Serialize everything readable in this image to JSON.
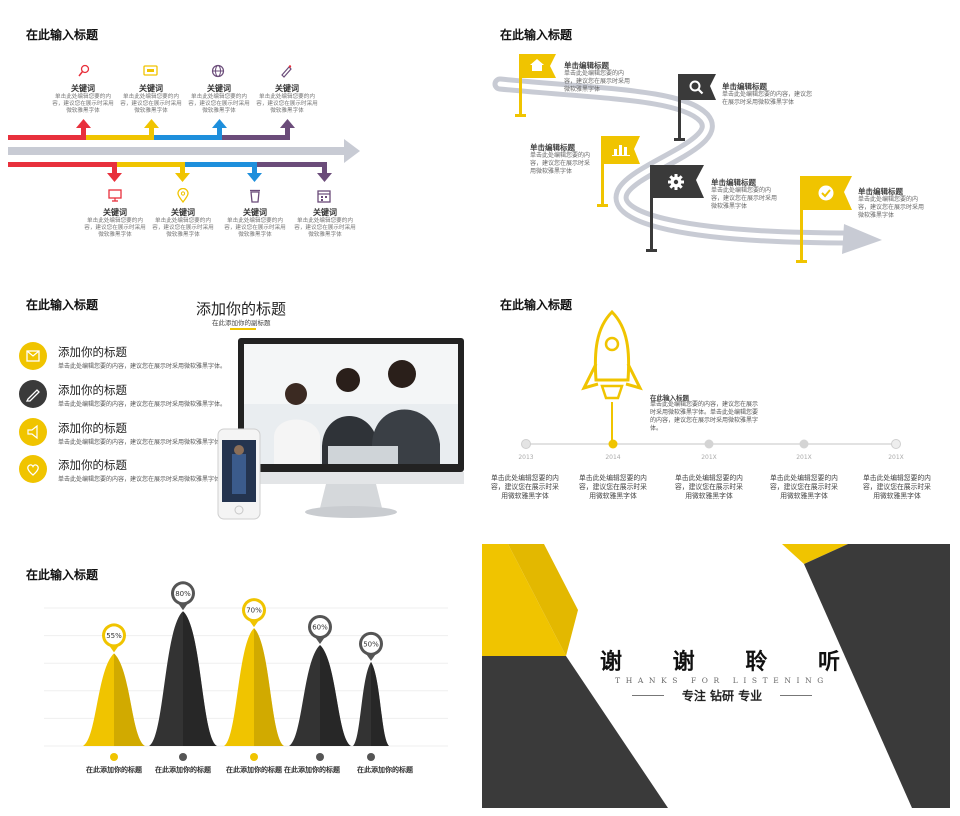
{
  "colors": {
    "yellow": "#f0c400",
    "dark": "#3a3a3a",
    "red": "#e8303c",
    "blue": "#1e8fdc",
    "purple": "#6b4c7a",
    "gray": "#c8cbd4"
  },
  "slide1": {
    "title": "在此输入标题",
    "top_items": [
      {
        "icon": "microphone-icon",
        "title": "关键词",
        "desc": "单击此处编辑您要的内容，建议您在展示时采用微软雅黑字体"
      },
      {
        "icon": "screen-icon",
        "title": "关键词",
        "desc": "单击此处编辑您要的内容，建议您在展示时采用微软雅黑字体"
      },
      {
        "icon": "globe-icon",
        "title": "关键词",
        "desc": "单击此处编辑您要的内容，建议您在展示时采用微软雅黑字体"
      },
      {
        "icon": "pen-icon",
        "title": "关键词",
        "desc": "单击此处编辑您要的内容，建议您在展示时采用微软雅黑字体"
      }
    ],
    "bottom_items": [
      {
        "icon": "computer-icon",
        "title": "关键词",
        "desc": "单击此处编辑您要的内容，建议您在展示时采用微软雅黑字体"
      },
      {
        "icon": "location-icon",
        "title": "关键词",
        "desc": "单击此处编辑您要的内容，建议您在展示时采用微软雅黑字体"
      },
      {
        "icon": "cup-icon",
        "title": "关键词",
        "desc": "单击此处编辑您要的内容，建议您在展示时采用微软雅黑字体"
      },
      {
        "icon": "calendar-icon",
        "title": "关键词",
        "desc": "单击此处编辑您要的内容，建议您在展示时采用微软雅黑字体"
      }
    ]
  },
  "slide2": {
    "title": "在此输入标题",
    "flags": [
      {
        "icon": "home-icon",
        "title": "单击编辑标题",
        "desc": "单击此处编辑您要的内容，建议您在展示时采用微软雅黑字体"
      },
      {
        "icon": "search-icon",
        "title": "单击编辑标题",
        "desc": "单击此处编辑您要的内容，建议您在展示时采用微软雅黑字体"
      },
      {
        "icon": "chart-icon",
        "title": "单击编辑标题",
        "desc": "单击此处编辑您要的内容，建议您在展示时采用微软雅黑字体"
      },
      {
        "icon": "gear-icon",
        "title": "单击编辑标题",
        "desc": "单击此处编辑您要的内容，建议您在展示时采用微软雅黑字体"
      },
      {
        "icon": "check-icon",
        "title": "单击编辑标题",
        "desc": "单击此处编辑您要的内容，建议您在展示时采用微软雅黑字体"
      }
    ]
  },
  "slide3": {
    "title": "在此输入标题",
    "heading": "添加你的标题",
    "subheading": "在此添加你的副标题",
    "items": [
      {
        "icon": "mail-icon",
        "title": "添加你的标题",
        "desc": "单击此处编辑您要的内容，建议您在展示时采用微软雅黑字体。"
      },
      {
        "icon": "pencil-icon",
        "title": "添加你的标题",
        "desc": "单击此处编辑您要的内容，建议您在展示时采用微软雅黑字体。"
      },
      {
        "icon": "speaker-icon",
        "title": "添加你的标题",
        "desc": "单击此处编辑您要的内容，建议您在展示时采用微软雅黑字体。"
      },
      {
        "icon": "heart-icon",
        "title": "添加你的标题",
        "desc": "单击此处编辑您要的内容，建议您在展示时采用微软雅黑字体。"
      }
    ]
  },
  "slide4": {
    "title": "在此输入标题",
    "callout_title": "在此输入标题",
    "callout_desc": "单击此处编辑您要的内容，建议您在展示时采用微软雅黑字体。单击此处编辑您要的内容，建议您在展示时采用微软雅黑字体。",
    "years": [
      "2013",
      "2014",
      "201X",
      "201X",
      "201X"
    ],
    "descs": [
      "单击此处编辑您要的内容，建议您在展示时采用微软雅黑字体",
      "单击此处编辑您要的内容，建议您在展示时采用微软雅黑字体",
      "单击此处编辑您要的内容，建议您在展示时采用微软雅黑字体",
      "单击此处编辑您要的内容，建议您在展示时采用微软雅黑字体",
      "单击此处编辑您要的内容，建议您在展示时采用微软雅黑字体"
    ]
  },
  "slide5": {
    "title": "在此输入标题"
  },
  "chart_data": {
    "type": "bar",
    "categories": [
      "在此添加你的标题",
      "在此添加你的标题",
      "在此添加你的标题",
      "在此添加你的标题",
      "在此添加你的标题"
    ],
    "values": [
      55,
      80,
      70,
      60,
      50
    ],
    "value_labels": [
      "55%",
      "80%",
      "70%",
      "60%",
      "50%"
    ],
    "colors": [
      "#f0c400",
      "#333333",
      "#f0c400",
      "#333333",
      "#333333"
    ],
    "ylim": [
      0,
      100
    ],
    "grid": true
  },
  "slide6": {
    "thanks_chars": [
      "谢",
      "谢",
      "聆",
      "听"
    ],
    "thanks_en": "THANKS FOR LISTENING",
    "tagline": "专注 钻研 专业"
  }
}
